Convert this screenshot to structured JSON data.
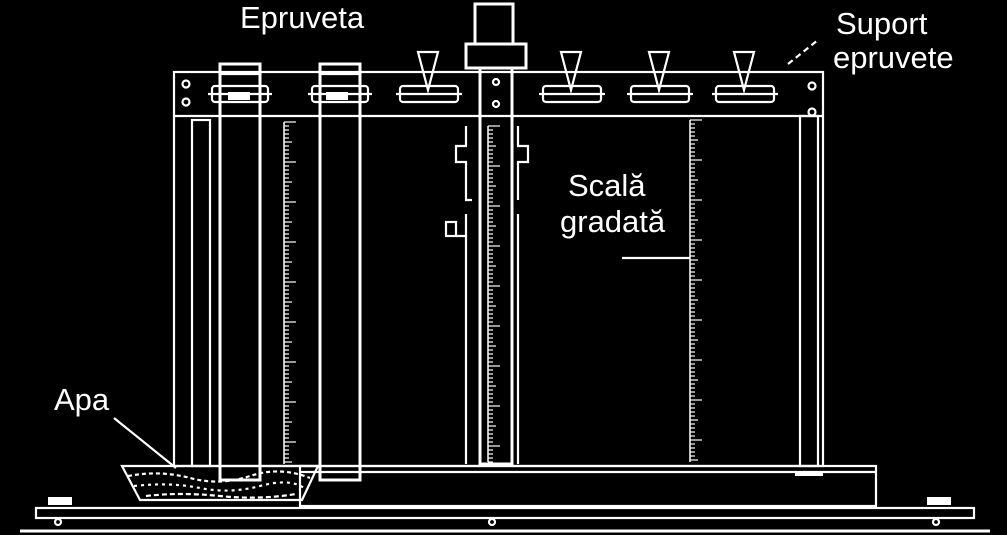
{
  "labels": {
    "test_tubes": "Epruveta",
    "support_line1": "Suport",
    "support_line2": "epruvete",
    "scale_line1": "Scală",
    "scale_line2": "gradată",
    "water": "Apa"
  },
  "colors": {
    "background": "#000000",
    "lines": "#ffffff"
  },
  "clamp_count": 6,
  "scale_count": 3
}
